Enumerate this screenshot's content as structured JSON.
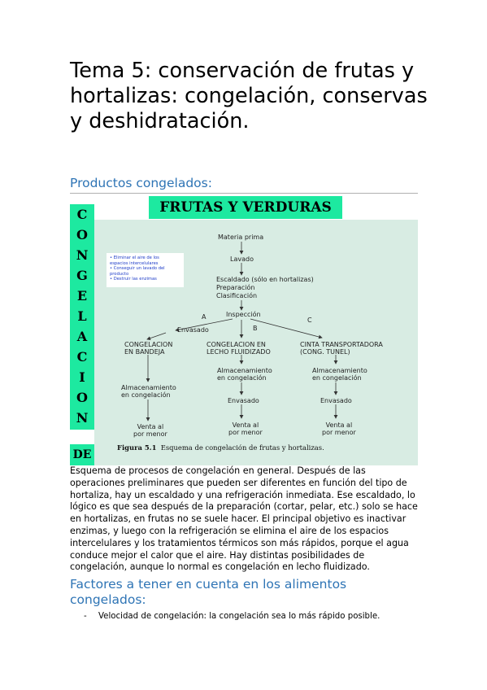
{
  "title": "Tema 5: conservación de frutas y hortalizas: congelación, conservas y deshidratación.",
  "section_heading": "Productos congelados:",
  "figure": {
    "banner": "FRUTAS Y VERDURAS",
    "vertical_letters": [
      "C",
      "O",
      "N",
      "G",
      "E",
      "L",
      "A",
      "C",
      "I",
      "O",
      "N"
    ],
    "de_label": "DE",
    "notes": [
      "• Eliminar el aire de los",
      "espacios intercelulares",
      "• Conseguir un lavado del",
      "producto",
      "• Destruir las enzimas"
    ],
    "nodes": {
      "materia_prima": "Materia prima",
      "lavado": "Lavado",
      "escaldado": "Escaldado (sólo en hortalizas)",
      "preparacion": "Preparación",
      "clasificacion": "Clasificación",
      "inspeccion": "Inspección",
      "label_a": "A",
      "label_b": "B",
      "label_c": "C",
      "envasado_a": "Envasado",
      "congelacion_bandeja_1": "CONGELACION",
      "congelacion_bandeja_2": "EN BANDEJA",
      "congelacion_lecho_1": "CONGELACION EN",
      "congelacion_lecho_2": "LECHO FLUIDIZADO",
      "cinta_1": "CINTA TRANSPORTADORA",
      "cinta_2": "(CONG. TUNEL)",
      "alm_a_1": "Almacenamiento",
      "alm_a_2": "en congelación",
      "alm_b_1": "Almacenamiento",
      "alm_b_2": "en congelación",
      "alm_c_1": "Almacenamiento",
      "alm_c_2": "en congelación",
      "envasado_b": "Envasado",
      "envasado_c": "Envasado",
      "venta_a_1": "Venta al",
      "venta_a_2": "por menor",
      "venta_b_1": "Venta al",
      "venta_b_2": "por menor",
      "venta_c_1": "Venta al",
      "venta_c_2": "por menor"
    },
    "caption_label": "Figura 5.1",
    "caption_text": "Esquema de congelación de frutas y hortalizas."
  },
  "body_paragraph": "Esquema de procesos de congelación en general. Después de las operaciones preliminares que pueden ser diferentes en función del tipo de hortaliza, hay un escaldado y una refrigeración inmediata. Ese escaldado, lo lógico es que sea después de la preparación (cortar, pelar, etc.) solo se hace en hortalizas, en frutas no se suele hacer. El principal objetivo es inactivar enzimas, y luego con la refrigeración se elimina el aire de los espacios intercelulares y los tratamientos térmicos son más rápidos, porque el agua conduce mejor el calor que el aire. Hay distintas posibilidades de congelación, aunque lo normal es congelación en lecho fluidizado.",
  "subheading": "Factores a tener en cuenta en los alimentos congelados:",
  "bullets": [
    {
      "marker": "-",
      "text": "Velocidad de congelación: la congelación sea lo más rápido posible."
    }
  ]
}
